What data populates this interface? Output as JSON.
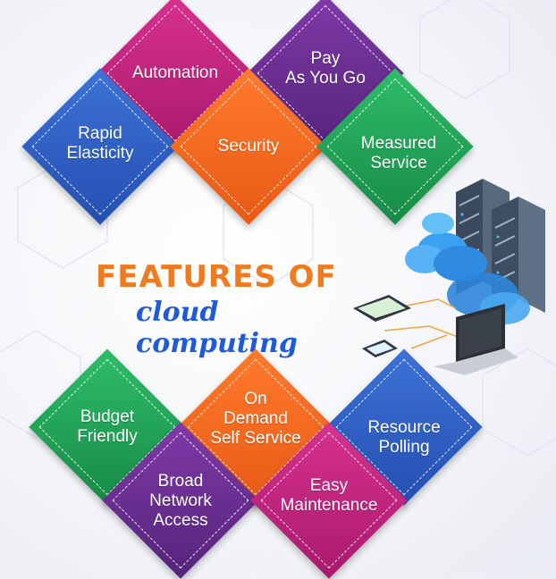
{
  "heading": {
    "line1": "FEATURES OF",
    "line2": "cloud computing"
  },
  "top_features": {
    "automation": "Automation",
    "pay_as_you_go_line1": "Pay",
    "pay_as_you_go_line2": "As You Go",
    "rapid_elasticity_line1": "Rapid",
    "rapid_elasticity_line2": "Elasticity",
    "security": "Security",
    "measured_service_line1": "Measured",
    "measured_service_line2": "Service"
  },
  "bottom_features": {
    "budget_friendly_line1": "Budget",
    "budget_friendly_line2": "Friendly",
    "on_demand_line1": "On",
    "on_demand_line2": "Demand",
    "on_demand_line3": "Self Service",
    "resource_polling_line1": "Resource",
    "resource_polling_line2": "Polling",
    "broad_network_line1": "Broad",
    "broad_network_line2": "Network",
    "broad_network_line3": "Access",
    "easy_maintenance_line1": "Easy",
    "easy_maintenance_line2": "Maintenance"
  },
  "colors": {
    "magenta": "#c2237f",
    "purple": "#6a2f8f",
    "blue": "#2f63c6",
    "orange": "#f26722",
    "green": "#1fa85a",
    "heading_orange": "#f07a1e",
    "heading_blue": "#1f5bd6"
  },
  "icons": [
    "server-rack-icon",
    "cloud-icon",
    "tablet-icon",
    "phone-icon",
    "laptop-icon"
  ]
}
